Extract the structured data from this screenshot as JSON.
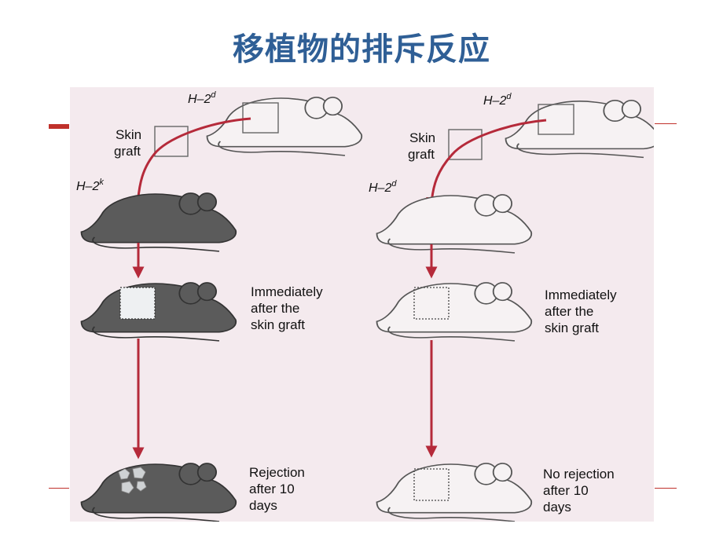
{
  "slide": {
    "title": "移植物的排斥反应"
  },
  "colors": {
    "title": "#2f5f96",
    "accent_red": "#c0312b",
    "arrow": "#b52a3a",
    "dark_mouse": "#5b5b5b",
    "light_mouse": "#f6f2f3",
    "figure_bg": "#f4eaee"
  },
  "left_panel": {
    "donor_strain": "H–2",
    "donor_strain_sup": "d",
    "graft_label_line1": "Skin",
    "graft_label_line2": "graft",
    "recipient_strain": "H–2",
    "recipient_strain_sup": "k",
    "stage1_line1": "Immediately",
    "stage1_line2": "after the",
    "stage1_line3": "skin graft",
    "stage2_line1": "Rejection",
    "stage2_line2": "after 10",
    "stage2_line3": "days"
  },
  "right_panel": {
    "donor_strain": "H–2",
    "donor_strain_sup": "d",
    "graft_label_line1": "Skin",
    "graft_label_line2": "graft",
    "recipient_strain": "H–2",
    "recipient_strain_sup": "d",
    "stage1_line1": "Immediately",
    "stage1_line2": "after the",
    "stage1_line3": "skin graft",
    "stage2_line1": "No rejection",
    "stage2_line2": "after 10",
    "stage2_line3": "days"
  }
}
